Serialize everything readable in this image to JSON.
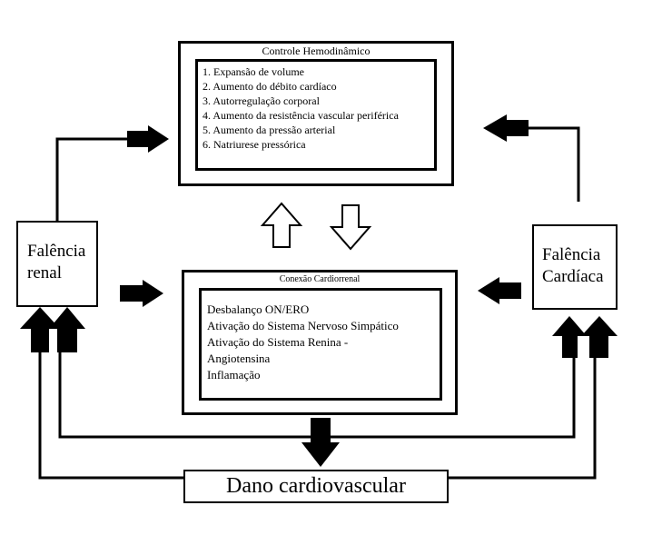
{
  "hemodynamic": {
    "title": "Controle Hemodinâmico",
    "items": [
      "1. Expansão de volume",
      "2. Aumento do débito cardíaco",
      "3. Autorregulação corporal",
      "4. Aumento da resistência vascular periférica",
      "5. Aumento da pressão arterial",
      "6. Natriurese pressórica"
    ]
  },
  "cardiorenal": {
    "title": "Conexão Cardiorrenal",
    "items": [
      "Desbalanço ON/ERO",
      "Ativação do Sistema Nervoso Simpático",
      "Ativação do Sistema Renina -",
      "Angiotensina",
      "Inflamação"
    ]
  },
  "renal_failure": {
    "line1": "Falência",
    "line2": "renal"
  },
  "cardiac_failure": {
    "line1": "Falência",
    "line2": "Cardíaca"
  },
  "damage": {
    "label": "Dano cardiovascular"
  }
}
